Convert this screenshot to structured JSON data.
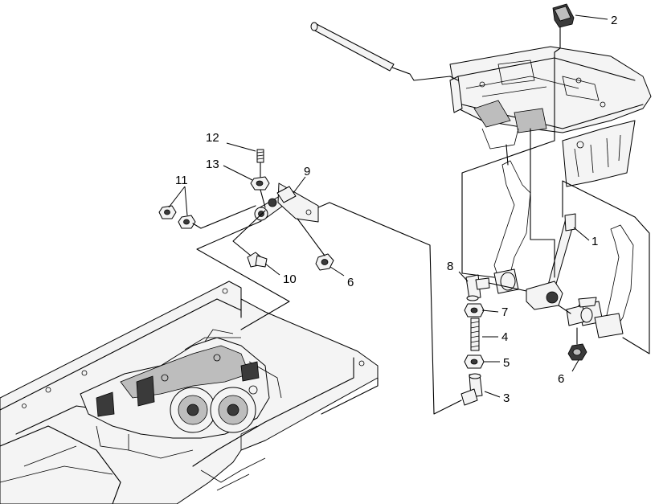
{
  "callouts": [
    {
      "id": "part-1",
      "label": "1"
    },
    {
      "id": "part-2",
      "label": "2"
    },
    {
      "id": "part-3",
      "label": "3"
    },
    {
      "id": "part-4",
      "label": "4"
    },
    {
      "id": "part-5",
      "label": "5"
    },
    {
      "id": "part-6a",
      "label": "6"
    },
    {
      "id": "part-6b",
      "label": "6"
    },
    {
      "id": "part-7",
      "label": "7"
    },
    {
      "id": "part-8",
      "label": "8"
    },
    {
      "id": "part-9",
      "label": "9"
    },
    {
      "id": "part-10",
      "label": "10"
    },
    {
      "id": "part-11",
      "label": "11"
    },
    {
      "id": "part-12",
      "label": "12"
    },
    {
      "id": "part-13",
      "label": "13"
    }
  ]
}
